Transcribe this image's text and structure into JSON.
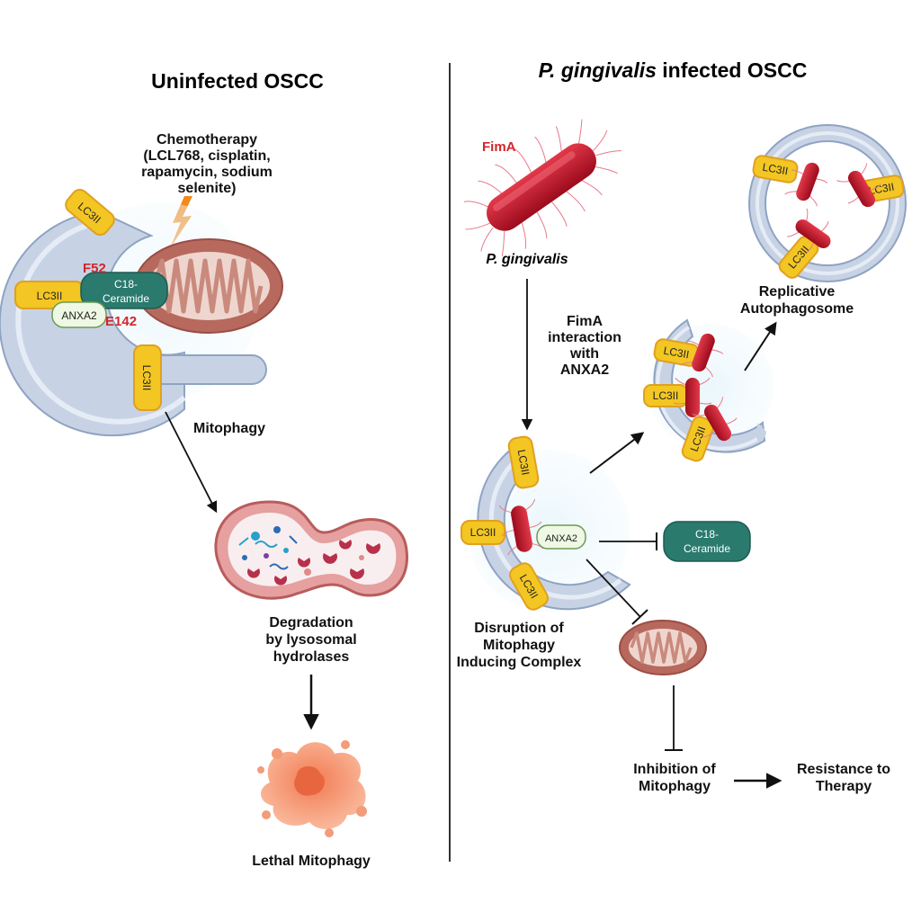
{
  "left_panel": {
    "title": "Uninfected OSCC",
    "chemo_lines": [
      "Chemotherapy",
      "(LCL768, cisplatin,",
      "rapamycin, sodium",
      "selenite)"
    ],
    "residue_f52": "F52",
    "residue_e142": "E142",
    "lc3_label": "LC3II",
    "ceramide_lines": [
      "C18-",
      "Ceramide"
    ],
    "anxa2_label": "ANXA2",
    "mitophagy_label": "Mitophagy",
    "degradation_lines": [
      "Degradation",
      "by lysosomal",
      "hydrolases"
    ],
    "lethal_label": "Lethal Mitophagy"
  },
  "right_panel": {
    "title_italic": "P. gingivalis",
    "title_rest": " infected OSCC",
    "fima_label": "FimA",
    "bacterium_label": "P. gingivalis",
    "interaction_lines": [
      "FimA",
      "interaction",
      "with",
      "ANXA2"
    ],
    "lc3_label": "LC3II",
    "anxa2_label": "ANXA2",
    "ceramide_lines": [
      "C18-",
      "Ceramide"
    ],
    "replicative_lines": [
      "Replicative",
      "Autophagosome"
    ],
    "disruption_lines": [
      "Disruption of",
      "Mitophagy",
      "Inducing Complex"
    ],
    "inhibition_lines": [
      "Inhibition of",
      "Mitophagy"
    ],
    "resistance_lines": [
      "Resistance to",
      "Therapy"
    ]
  },
  "colors": {
    "lc3": "#f3c623",
    "lc3_border": "#e0a020",
    "ceramide": "#2a7a6e",
    "anxa2": "#eef8e4",
    "membrane": "#b9c7dc",
    "mito": "#c98a7d",
    "bacteria": "#c8102e",
    "accent_red": "#d3262b"
  }
}
